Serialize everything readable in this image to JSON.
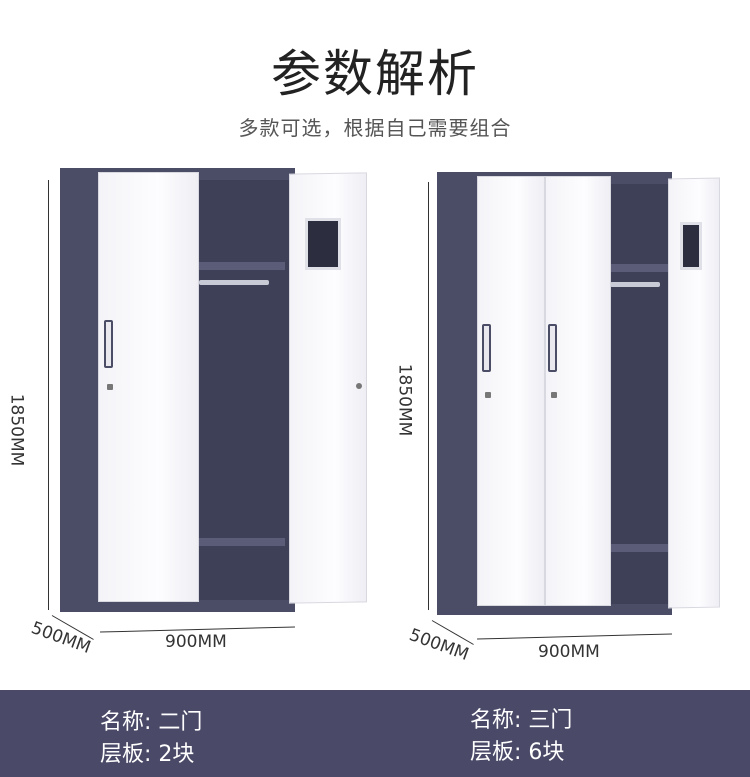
{
  "header": {
    "title": "参数解析",
    "subtitle": "多款可选，根据自己需要组合"
  },
  "products": [
    {
      "height": "1850MM",
      "depth": "500MM",
      "width": "900MM",
      "name": "名称: 二门",
      "shelves": "层板: 2块"
    },
    {
      "height": "1850MM",
      "depth": "500MM",
      "width": "900MM",
      "name": "名称: 三门",
      "shelves": "层板: 6块"
    }
  ],
  "colors": {
    "cabinet": "#4b4d66",
    "door": "#f6f6fa",
    "banner": "#4a4a68"
  }
}
